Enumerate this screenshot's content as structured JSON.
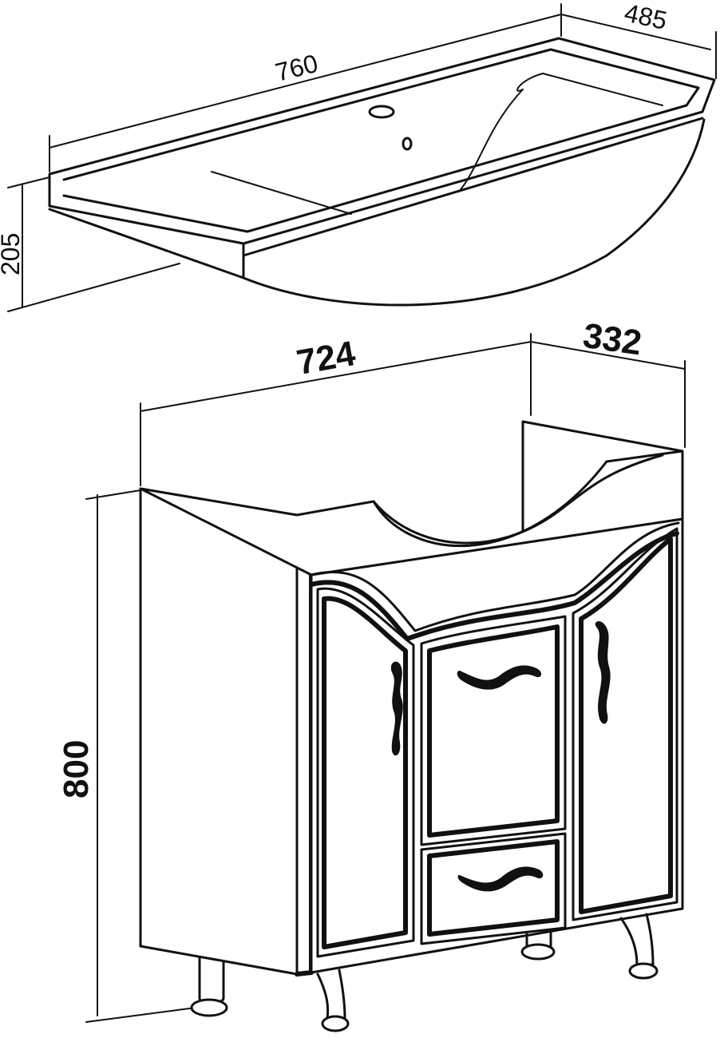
{
  "basin": {
    "width_label": "760",
    "depth_label": "485",
    "height_label": "205"
  },
  "cabinet": {
    "width_label": "724",
    "depth_label": "332",
    "height_label": "800"
  },
  "colors": {
    "line": "#111111",
    "background": "#ffffff"
  }
}
